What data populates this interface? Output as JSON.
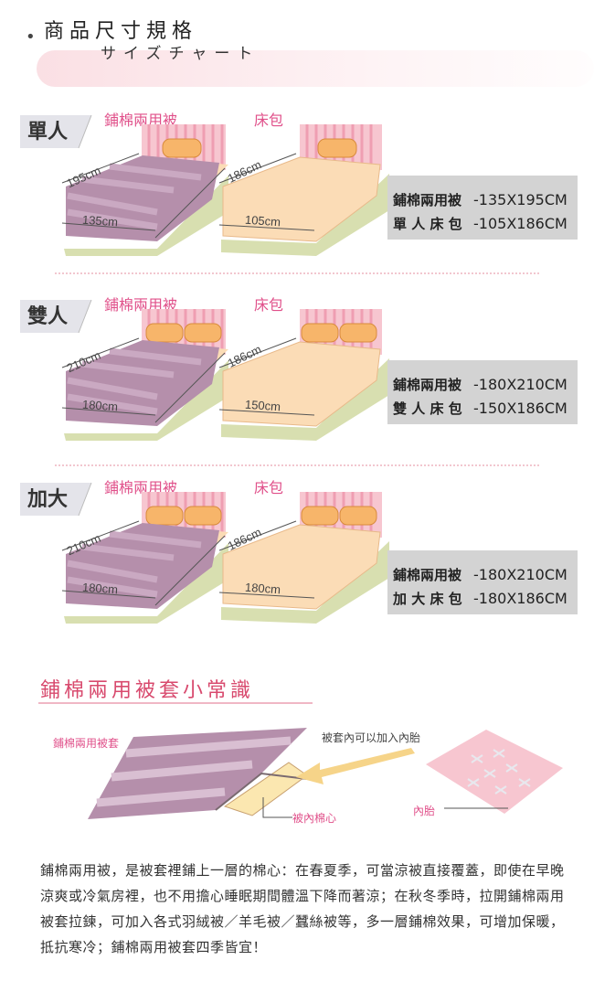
{
  "header": {
    "title": "商品尺寸規格",
    "subtitle": "サイズチャート"
  },
  "labels": {
    "quilt": "鋪棉兩用被",
    "fitted": "床包"
  },
  "sizes": [
    {
      "tag": "單人",
      "quilt_length": "195cm",
      "quilt_width": "135cm",
      "fitted_length": "186cm",
      "fitted_width": "105cm",
      "spec_quilt_name": "鋪棉兩用被",
      "spec_quilt_value": "-135X195CM",
      "spec_fitted_name": "單 人 床 包",
      "spec_fitted_value": "-105X186CM"
    },
    {
      "tag": "雙人",
      "quilt_length": "210cm",
      "quilt_width": "180cm",
      "fitted_length": "186cm",
      "fitted_width": "150cm",
      "spec_quilt_name": "鋪棉兩用被",
      "spec_quilt_value": "-180X210CM",
      "spec_fitted_name": "雙 人 床 包",
      "spec_fitted_value": "-150X186CM"
    },
    {
      "tag": "加大",
      "quilt_length": "210cm",
      "quilt_width": "180cm",
      "fitted_length": "186cm",
      "fitted_width": "180cm",
      "spec_quilt_name": "鋪棉兩用被",
      "spec_quilt_value": "-180X210CM",
      "spec_fitted_name": "加 大 床 包",
      "spec_fitted_value": "-180X186CM"
    }
  ],
  "notes": {
    "title": "鋪棉兩用被套小常識",
    "cover_label": "鋪棉兩用被套",
    "insert_hint": "被套內可以加入內胎",
    "inner_cotton_label": "被內棉心",
    "inner_label": "內胎",
    "description": "鋪棉兩用被，是被套裡鋪上一層的棉心：在春夏季，可當涼被直接覆蓋，即使在早晚涼爽或冷氣房裡，也不用擔心睡眠期間體溫下降而著涼；在秋冬季時，拉開鋪棉兩用被套拉鍊，可加入各式羽絨被／羊毛被／蠶絲被等，多一層鋪棉效果，可增加保暖，抵抗寒冷；鋪棉兩用被套四季皆宜！"
  },
  "colors": {
    "pink_text": "#e0508a",
    "quilt_purple": "#b58fab",
    "quilt_stripe": "#caa9c2",
    "fitted_peach": "#fbdcb6",
    "headboard_pink": "#f7c6d0",
    "base_green": "#d8dfb0",
    "spec_gray": "#d3d3d3"
  }
}
